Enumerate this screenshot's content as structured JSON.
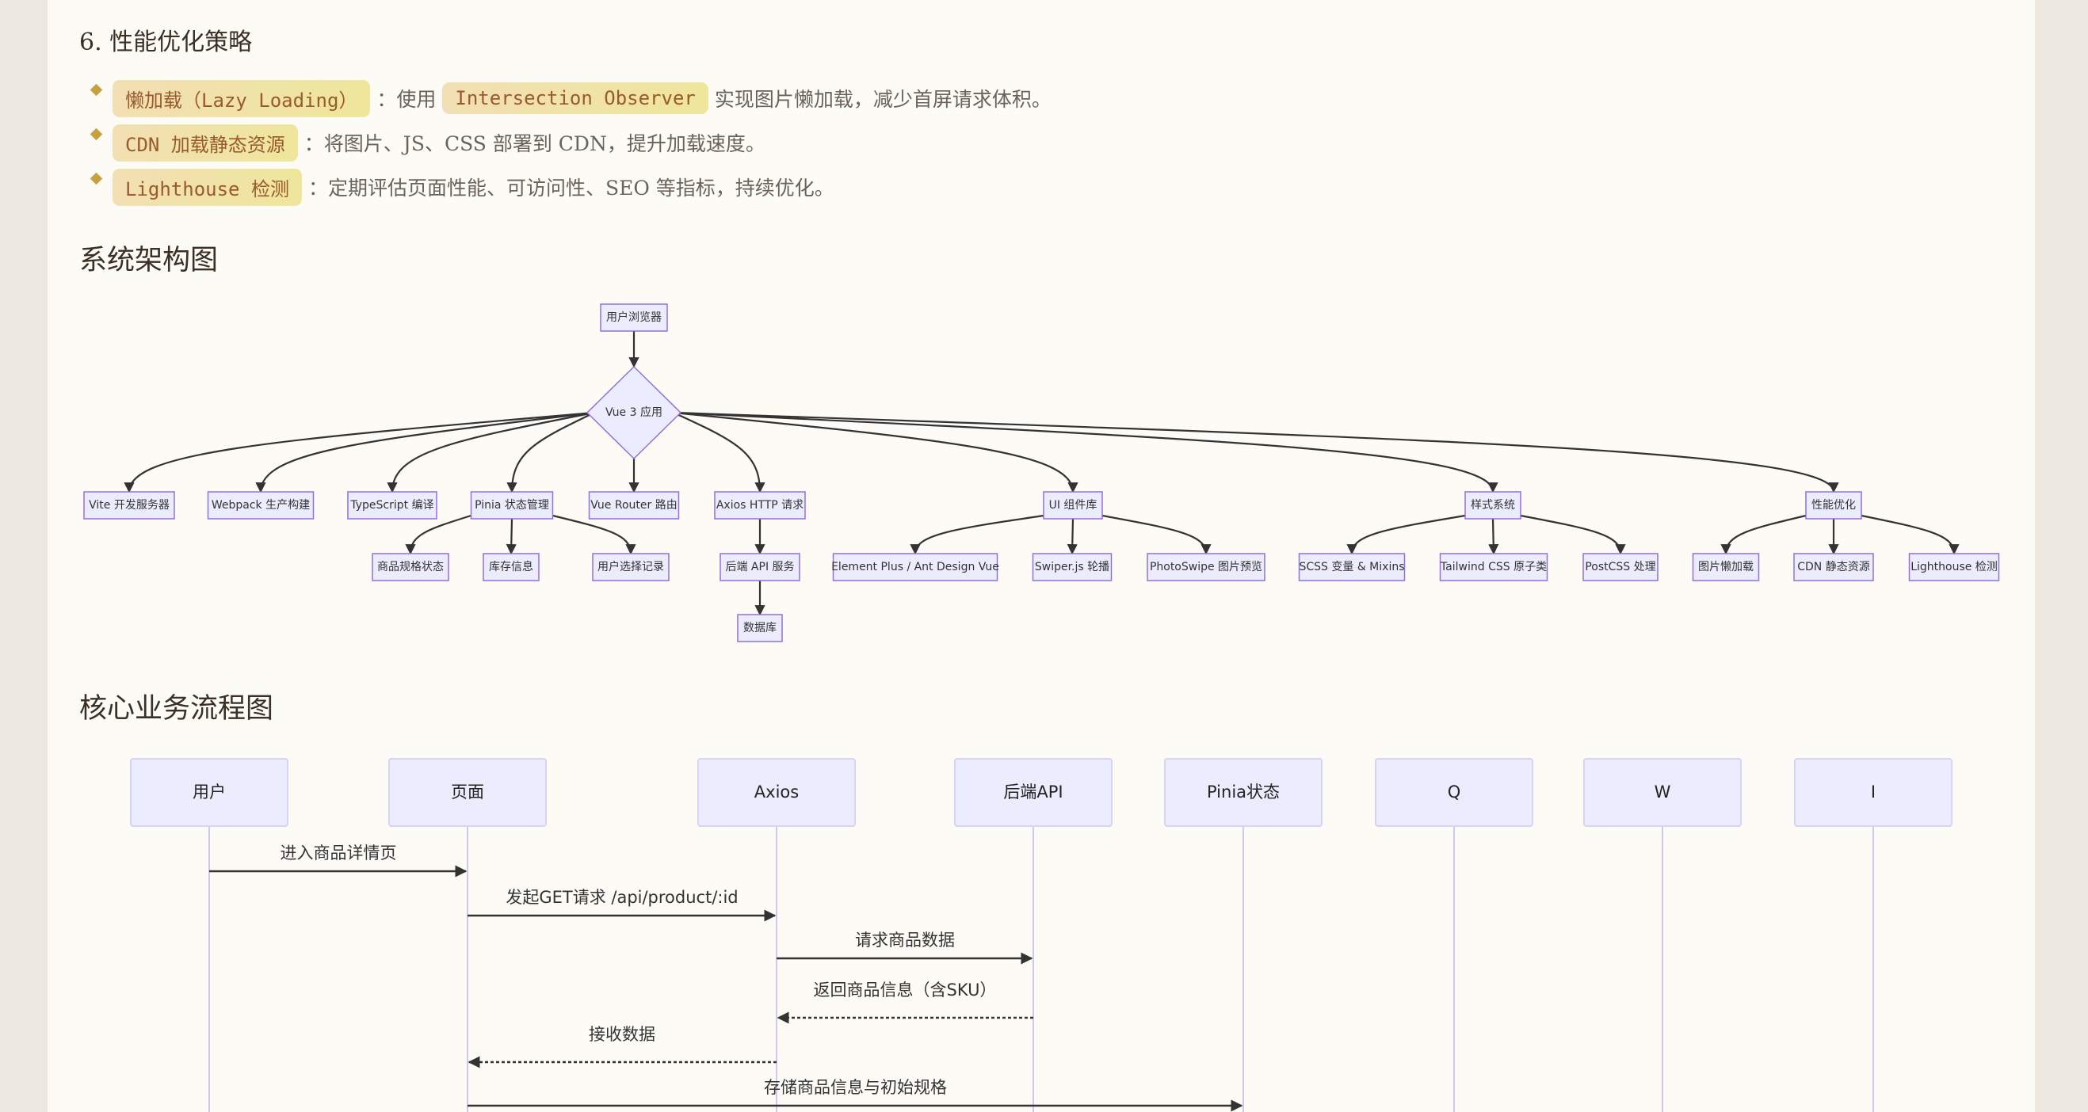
{
  "section_perf": {
    "title": "6. 性能优化策略",
    "items": [
      {
        "parts": [
          {
            "pill": "懒加载（Lazy Loading）"
          },
          {
            "text": "：使用"
          },
          {
            "pill": "Intersection Observer"
          },
          {
            "text": "实现图片懒加载，减少首屏请求体积。"
          }
        ]
      },
      {
        "parts": [
          {
            "pill": "CDN 加载静态资源"
          },
          {
            "text": "：将图片、JS、CSS 部署到 CDN，提升加载速度。"
          }
        ]
      },
      {
        "parts": [
          {
            "pill": "Lighthouse 检测"
          },
          {
            "text": "：定期评估页面性能、可访问性、SEO 等指标，持续优化。"
          }
        ]
      }
    ]
  },
  "architecture": {
    "title": "系统架构图",
    "nodes": [
      {
        "id": "browser",
        "label": "用户浏览器"
      },
      {
        "id": "vue",
        "label": "Vue 3 应用",
        "shape": "diamond"
      },
      {
        "id": "vite",
        "label": "Vite 开发服务器"
      },
      {
        "id": "webpack",
        "label": "Webpack 生产构建"
      },
      {
        "id": "ts",
        "label": "TypeScript 编译"
      },
      {
        "id": "pinia",
        "label": "Pinia 状态管理"
      },
      {
        "id": "router",
        "label": "Vue Router 路由"
      },
      {
        "id": "axios",
        "label": "Axios HTTP 请求"
      },
      {
        "id": "ui",
        "label": "UI 组件库"
      },
      {
        "id": "style",
        "label": "样式系统"
      },
      {
        "id": "perf",
        "label": "性能优化"
      },
      {
        "id": "sku",
        "label": "商品规格状态"
      },
      {
        "id": "stock",
        "label": "库存信息"
      },
      {
        "id": "choice",
        "label": "用户选择记录"
      },
      {
        "id": "api",
        "label": "后端 API 服务"
      },
      {
        "id": "db",
        "label": "数据库"
      },
      {
        "id": "element",
        "label": "Element Plus / Ant Design Vue"
      },
      {
        "id": "swiper",
        "label": "Swiper.js 轮播"
      },
      {
        "id": "photoswipe",
        "label": "PhotoSwipe 图片预览"
      },
      {
        "id": "scss",
        "label": "SCSS 变量 & Mixins"
      },
      {
        "id": "tailwind",
        "label": "Tailwind CSS 原子类"
      },
      {
        "id": "postcss",
        "label": "PostCSS 处理"
      },
      {
        "id": "lazy",
        "label": "图片懒加载"
      },
      {
        "id": "cdn",
        "label": "CDN 静态资源"
      },
      {
        "id": "lighthouse",
        "label": "Lighthouse 检测"
      }
    ],
    "edges": [
      [
        "browser",
        "vue"
      ],
      [
        "vue",
        "vite"
      ],
      [
        "vue",
        "webpack"
      ],
      [
        "vue",
        "ts"
      ],
      [
        "vue",
        "pinia"
      ],
      [
        "vue",
        "router"
      ],
      [
        "vue",
        "axios"
      ],
      [
        "vue",
        "ui"
      ],
      [
        "vue",
        "style"
      ],
      [
        "vue",
        "perf"
      ],
      [
        "pinia",
        "sku"
      ],
      [
        "pinia",
        "stock"
      ],
      [
        "pinia",
        "choice"
      ],
      [
        "axios",
        "api"
      ],
      [
        "api",
        "db"
      ],
      [
        "ui",
        "element"
      ],
      [
        "ui",
        "swiper"
      ],
      [
        "ui",
        "photoswipe"
      ],
      [
        "style",
        "scss"
      ],
      [
        "style",
        "tailwind"
      ],
      [
        "style",
        "postcss"
      ],
      [
        "perf",
        "lazy"
      ],
      [
        "perf",
        "cdn"
      ],
      [
        "perf",
        "lighthouse"
      ]
    ]
  },
  "sequence": {
    "title": "核心业务流程图",
    "actors": [
      "用户",
      "页面",
      "Axios",
      "后端API",
      "Pinia状态",
      "Q",
      "W",
      "I"
    ],
    "messages": [
      {
        "from": 0,
        "to": 1,
        "label": "进入商品详情页",
        "dashed": false
      },
      {
        "from": 1,
        "to": 2,
        "label": "发起GET请求 /api/product/:id",
        "dashed": false
      },
      {
        "from": 2,
        "to": 3,
        "label": "请求商品数据",
        "dashed": false
      },
      {
        "from": 3,
        "to": 2,
        "label": "返回商品信息（含SKU）",
        "dashed": true
      },
      {
        "from": 2,
        "to": 1,
        "label": "接收数据",
        "dashed": true
      },
      {
        "from": 1,
        "to": 4,
        "label": "存储商品信息与初始规格",
        "dashed": false
      }
    ]
  }
}
